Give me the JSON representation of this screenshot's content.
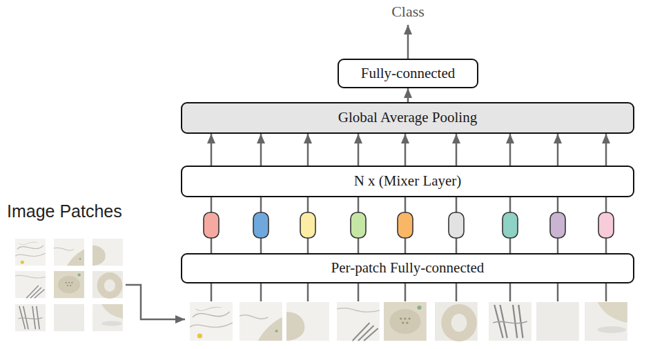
{
  "diagram": {
    "nodes": [
      {
        "text": [
          "Fully-connected"
        ]
      },
      {
        "text": [
          "Global Average Pooling"
        ]
      },
      {
        "text": [
          "N x (Mixer Layer)"
        ]
      },
      {
        "text": [
          "Per-patch Fully-connected"
        ]
      }
    ],
    "edges": [
      {
        "from": 1,
        "to": 0,
        "arrow": "to"
      },
      {
        "from": 2,
        "to": 1,
        "arrow": "to"
      },
      {
        "from": 2,
        "to": 1,
        "arrow": "to"
      },
      {
        "from": 2,
        "to": 1,
        "arrow": "to"
      },
      {
        "from": 2,
        "to": 1,
        "arrow": "to"
      },
      {
        "from": 2,
        "to": 1,
        "arrow": "to"
      },
      {
        "from": 2,
        "to": 1,
        "arrow": "to"
      },
      {
        "from": 2,
        "to": 1,
        "arrow": "to"
      },
      {
        "from": 2,
        "to": 1,
        "arrow": "to"
      },
      {
        "from": 2,
        "to": 1,
        "arrow": "to"
      },
      {
        "from": 3,
        "to": 2,
        "arrow": "none"
      },
      {
        "from": 3,
        "to": 2,
        "arrow": "none"
      },
      {
        "from": 3,
        "to": 2,
        "arrow": "none"
      },
      {
        "from": 3,
        "to": 2,
        "arrow": "none"
      },
      {
        "from": 3,
        "to": 2,
        "arrow": "none"
      },
      {
        "from": 3,
        "to": 2,
        "arrow": "none"
      },
      {
        "from": 3,
        "to": 2,
        "arrow": "none"
      },
      {
        "from": 3,
        "to": 2,
        "arrow": "none"
      },
      {
        "from": 3,
        "to": 2,
        "arrow": "none"
      }
    ],
    "labels": [
      "Class",
      "Image Patches"
    ]
  }
}
